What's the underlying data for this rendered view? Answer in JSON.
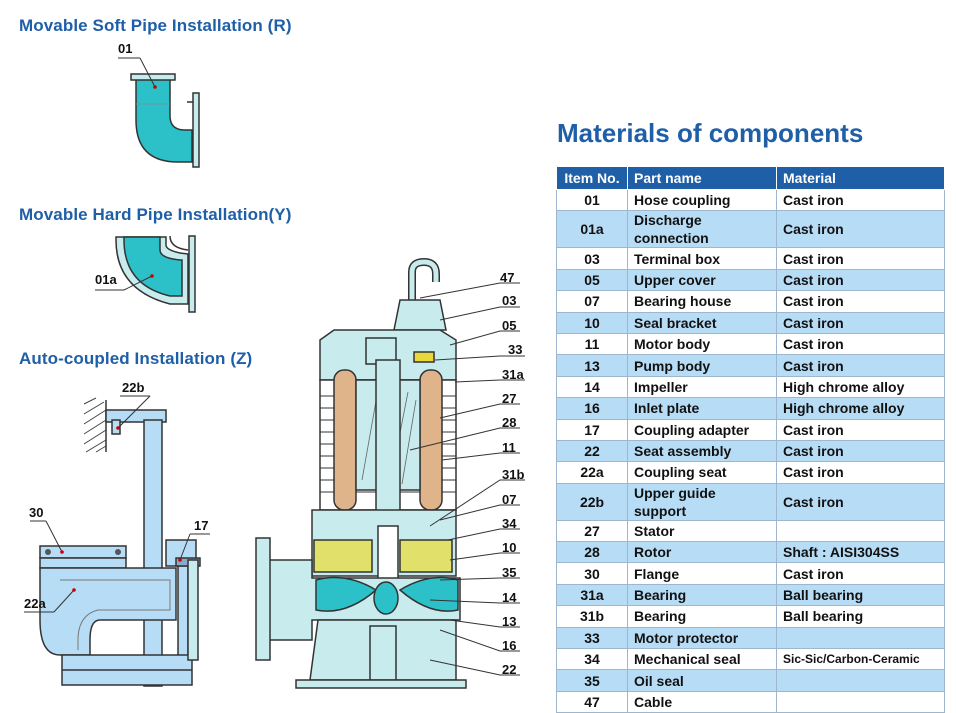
{
  "sections": {
    "soft_pipe": "Movable Soft Pipe Installation (R)",
    "hard_pipe": "Movable Hard Pipe  Installation(Y)",
    "auto_coupled": "Auto-coupled Installation (Z)"
  },
  "labels": {
    "soft": [
      "01"
    ],
    "hard": [
      "01a"
    ],
    "auto": [
      "22b",
      "30",
      "17",
      "22a"
    ],
    "pump": [
      "47",
      "03",
      "05",
      "33",
      "31a",
      "27",
      "28",
      "11",
      "31b",
      "07",
      "34",
      "10",
      "35",
      "14",
      "13",
      "16",
      "22"
    ]
  },
  "materials": {
    "title": "Materials of components",
    "headers": [
      "Item No.",
      "Part name",
      "Material"
    ],
    "rows": [
      [
        "01",
        "Hose coupling",
        "Cast iron"
      ],
      [
        "01a",
        "Discharge connection",
        "Cast iron"
      ],
      [
        "03",
        "Terminal box",
        "Cast iron"
      ],
      [
        "05",
        "Upper cover",
        "Cast iron"
      ],
      [
        "07",
        "Bearing house",
        "Cast iron"
      ],
      [
        "10",
        "Seal bracket",
        "Cast iron"
      ],
      [
        "11",
        "Motor body",
        "Cast iron"
      ],
      [
        "13",
        "Pump body",
        "Cast iron"
      ],
      [
        "14",
        "Impeller",
        "High chrome alloy"
      ],
      [
        "16",
        "Inlet plate",
        "High chrome alloy"
      ],
      [
        "17",
        "Coupling adapter",
        "Cast iron"
      ],
      [
        "22",
        "Seat assembly",
        "Cast iron"
      ],
      [
        "22a",
        "Coupling seat",
        "Cast iron"
      ],
      [
        "22b",
        "Upper guide support",
        "Cast iron"
      ],
      [
        "27",
        "Stator",
        ""
      ],
      [
        "28",
        "Rotor",
        "Shaft : AISI304SS"
      ],
      [
        "30",
        "Flange",
        "Cast iron"
      ],
      [
        "31a",
        "Bearing",
        "Ball bearing"
      ],
      [
        "31b",
        "Bearing",
        "Ball bearing"
      ],
      [
        "33",
        "Motor protector",
        ""
      ],
      [
        "34",
        "Mechanical seal",
        "Sic-Sic/Carbon-Ceramic"
      ],
      [
        "35",
        "Oil seal",
        ""
      ],
      [
        "47",
        "Cable",
        ""
      ]
    ]
  },
  "colors": {
    "title_blue": "#1f5fa8",
    "row_alt": "#b7dcf6",
    "pipe_cyan": "#2cc1c9",
    "pump_light": "#c8ecee",
    "oil_yellow": "#e1e06a"
  }
}
